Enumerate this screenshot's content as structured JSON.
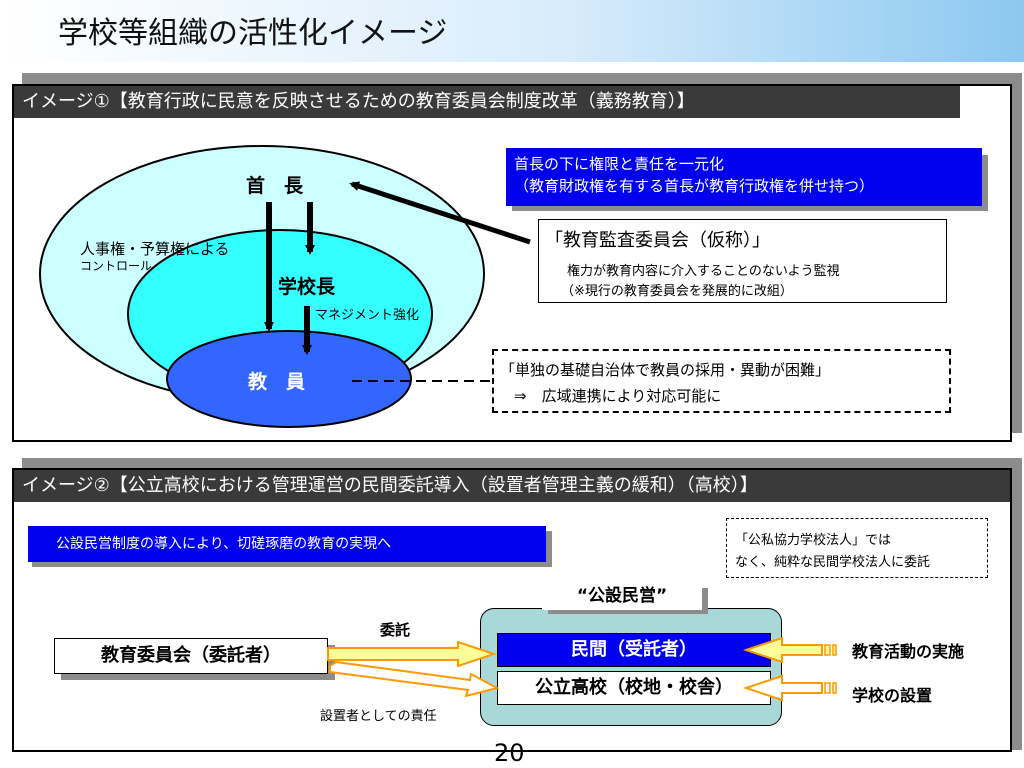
{
  "title": "学校等組織の活性化イメージ",
  "page_number": "20",
  "image1": {
    "header": "イメージ①【教育行政に民意を反映させるための教育委員会制度改革（義務教育）】",
    "mayor_label": "首　長",
    "principal_label": "学校長",
    "teachers_label": "教　員",
    "control_label": "人事権・予算権による",
    "control_label2": "コントロール",
    "management_label": "マネジメント強化",
    "blue_note_line1": "首長の下に権限と責任を一元化",
    "blue_note_line2": "（教育財政権を有する首長が教育行政権を併せ持つ）",
    "audit_title": "「教育監査委員会（仮称）」",
    "audit_line1": "権力が教育内容に介入することのないよう監視",
    "audit_line2": "（※現行の教育委員会を発展的に改組）",
    "dashed_line1": "「単独の基礎自治体で教員の採用・異動が困難」",
    "dashed_line2": "⇒　広域連携により対応可能に"
  },
  "image2": {
    "header": "イメージ②【公立高校における管理運営の民間委託導入（設置者管理主義の緩和）（高校）】",
    "blue_note": "公設民営制度の導入により、切磋琢磨の教育の実現へ",
    "dashed_line1": "「公私協力学校法人」では",
    "dashed_line2": "なく、純粋な民間学校法人に委託",
    "public_private_label": "“公設民営”",
    "board_label": "教育委員会（委託者）",
    "entrust_label": "委託",
    "founder_label": "設置者としての責任",
    "private_label": "民間（受託者）",
    "public_school_label": "公立高校（校地・校舎）",
    "education_label": "教育活動の実施",
    "school_setup_label": "学校の設置"
  },
  "colors": {
    "blue": "#0000ee",
    "light_cyan": "#ccffff",
    "cyan": "#33ffff",
    "royal_blue": "#3366ff",
    "panel_head": "#3a3a3a",
    "teal_box": "#a8d8d8",
    "arrow_yellow": "#ffff99",
    "arrow_orange": "#ff9900"
  }
}
